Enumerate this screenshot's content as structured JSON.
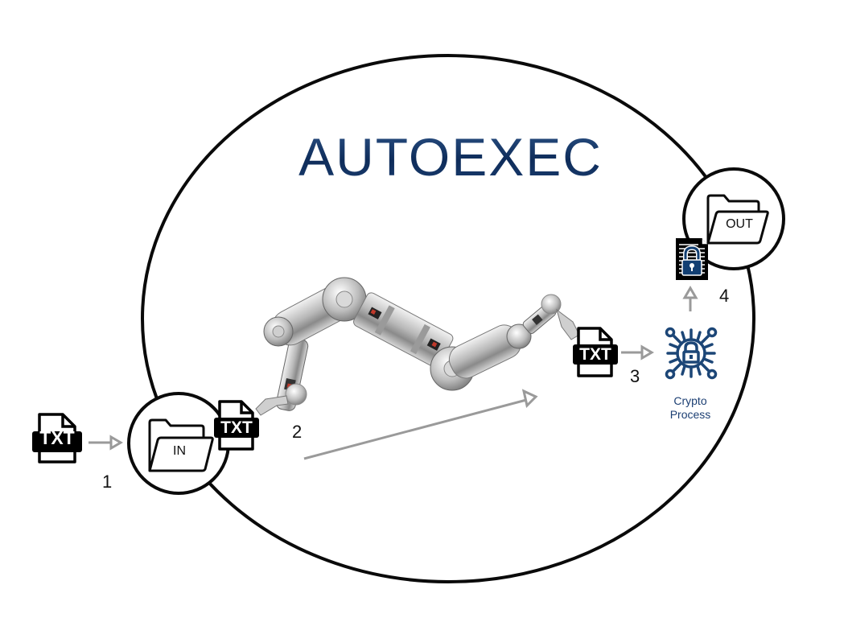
{
  "title": "AUTOEXEC",
  "colors": {
    "title": "#143a6b",
    "outline": "#0a0a0a",
    "arrow": "#9a9a9a",
    "crypto": "#1c4677",
    "lock_doc_accent": "#123f73"
  },
  "nodes": {
    "input_file": {
      "icon": "txt-file-icon",
      "label": "TXT"
    },
    "in_folder": {
      "icon": "folder-open-icon",
      "label": "IN"
    },
    "picked_file": {
      "icon": "txt-file-icon",
      "label": "TXT"
    },
    "delivered_file": {
      "icon": "txt-file-icon",
      "label": "TXT"
    },
    "crypto": {
      "icon": "circuit-lock-icon",
      "label_line1": "Crypto",
      "label_line2": "Process"
    },
    "encrypted_file": {
      "icon": "locked-document-icon"
    },
    "out_folder": {
      "icon": "folder-open-icon",
      "label": "OUT"
    },
    "robot_arm": {
      "icon": "robotic-arm-icon"
    }
  },
  "steps": [
    {
      "label": "1"
    },
    {
      "label": "2"
    },
    {
      "label": "3"
    },
    {
      "label": "4"
    }
  ]
}
